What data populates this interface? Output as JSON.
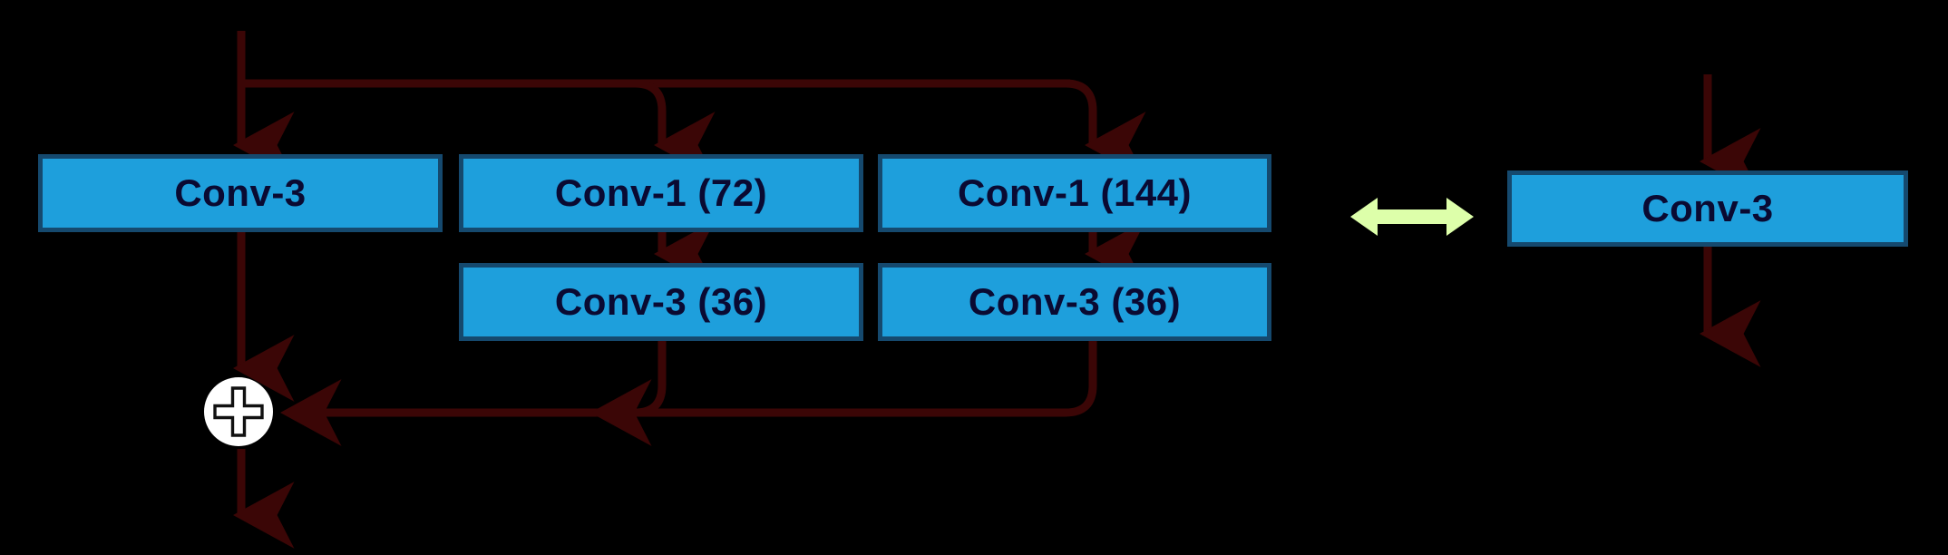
{
  "diagram": {
    "title": "Residual block factorization equivalence",
    "type": "neural-network-block-diagram",
    "background_color": "#000000",
    "palette": {
      "box_fill": "#1E9FDC",
      "box_border": "#15496E",
      "box_text": "#0A0A32",
      "wire": "#3B0606",
      "equiv_arrow": "#DDFFAA",
      "add_circle_fill": "#FFFFFF",
      "add_cross_outline": "#111111"
    },
    "left_group": {
      "boxes": [
        {
          "id": "conv3-left",
          "label": "Conv-3",
          "row": 1,
          "col": 1
        },
        {
          "id": "conv1-72",
          "label": "Conv-1 (72)",
          "row": 1,
          "col": 2
        },
        {
          "id": "conv1-144",
          "label": "Conv-1 (144)",
          "row": 1,
          "col": 3
        },
        {
          "id": "conv3-36-a",
          "label": "Conv-3 (36)",
          "row": 2,
          "col": 2
        },
        {
          "id": "conv3-36-b",
          "label": "Conv-3 (36)",
          "row": 2,
          "col": 3
        }
      ],
      "add_node": {
        "id": "add",
        "symbol": "+",
        "label": "add"
      }
    },
    "equivalence": {
      "symbol": "double-headed-arrow",
      "direction": "bidirectional"
    },
    "right_group": {
      "boxes": [
        {
          "id": "conv3-right",
          "label": "Conv-3",
          "row": 1,
          "col": 1
        }
      ]
    },
    "edges": [
      {
        "from": "input",
        "to": "conv3-left",
        "style": "straight-down"
      },
      {
        "from": "input",
        "to": "conv1-72",
        "style": "branch-right-then-down"
      },
      {
        "from": "input",
        "to": "conv1-144",
        "style": "branch-right-then-down"
      },
      {
        "from": "conv1-72",
        "to": "conv3-36-a",
        "style": "straight-down"
      },
      {
        "from": "conv1-144",
        "to": "conv3-36-b",
        "style": "straight-down"
      },
      {
        "from": "conv3-left",
        "to": "add",
        "style": "straight-down"
      },
      {
        "from": "conv3-36-a",
        "to": "add",
        "style": "down-then-left"
      },
      {
        "from": "conv3-36-b",
        "to": "add",
        "style": "down-then-left"
      },
      {
        "from": "add",
        "to": "output",
        "style": "straight-down"
      },
      {
        "from": "input",
        "to": "conv3-right",
        "style": "straight-down"
      },
      {
        "from": "conv3-right",
        "to": "output",
        "style": "straight-down"
      }
    ]
  }
}
